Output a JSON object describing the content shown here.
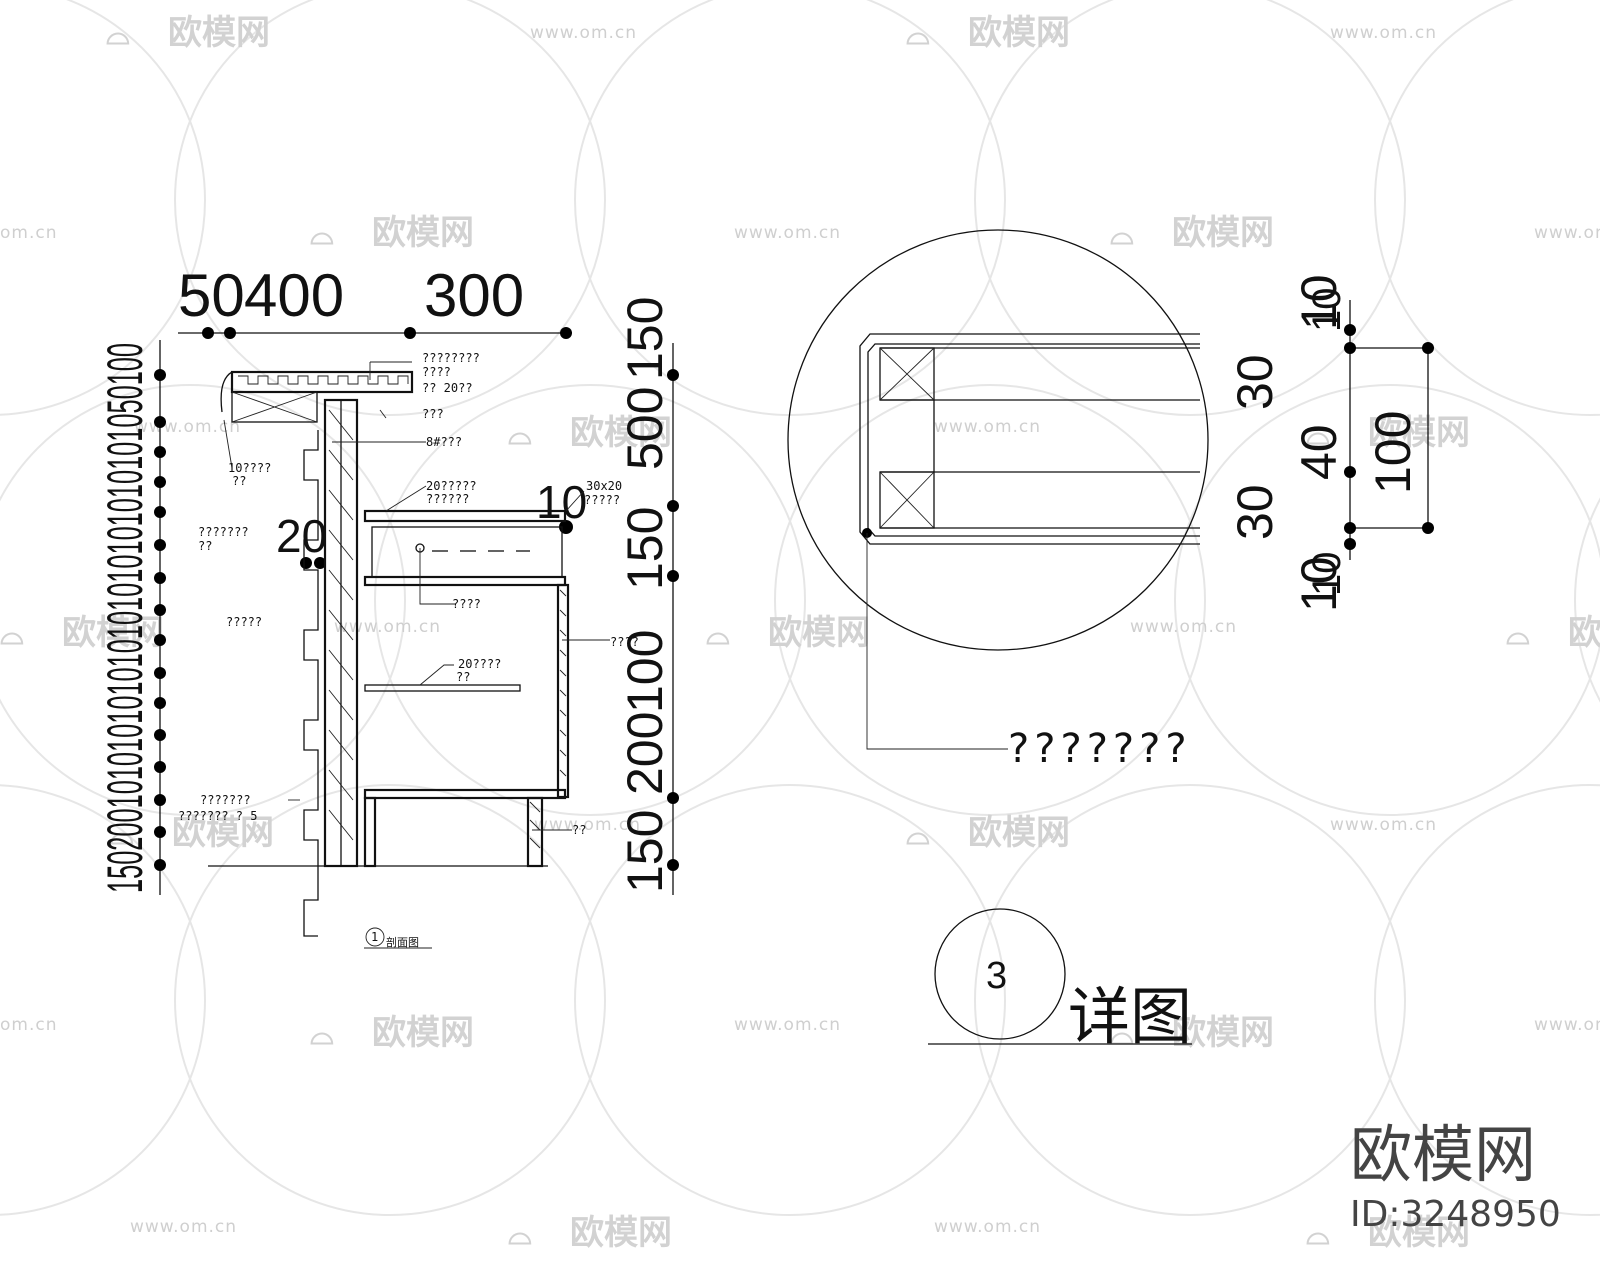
{
  "watermark": {
    "brand": "欧模网",
    "url": "www.om.cn",
    "url_partial": "om.cn"
  },
  "section": {
    "top_dims": {
      "a": "50",
      "b": "400",
      "c": "300"
    },
    "left_dims": "150200101010101010101010101010101050100",
    "right_dims": {
      "a": "150",
      "b": "200",
      "c": "100",
      "d": "150",
      "e": "500",
      "f": "150"
    },
    "middle_dims": {
      "a": "20",
      "b": "10"
    },
    "notes": [
      "????????",
      "????",
      "?? 20??",
      "???",
      "8#???",
      "10????",
      "??",
      "20?????",
      "??????",
      "30x20",
      "?????",
      "???????",
      "??",
      "????",
      "?????",
      "20????",
      "??",
      "????",
      "???????",
      "??????? ?  5",
      "??"
    ],
    "caption_num": "1",
    "caption": "剖面图"
  },
  "detail": {
    "dims_rot": {
      "a": "30",
      "b": "30",
      "c": "40",
      "d": "10",
      "e": "10"
    },
    "dims_right": {
      "a": "10",
      "b": "100",
      "c": "10"
    },
    "leader_label": "???????",
    "title_num": "3",
    "title": "详图"
  },
  "footer": {
    "brand": "欧模网",
    "id": "ID:3248950"
  }
}
